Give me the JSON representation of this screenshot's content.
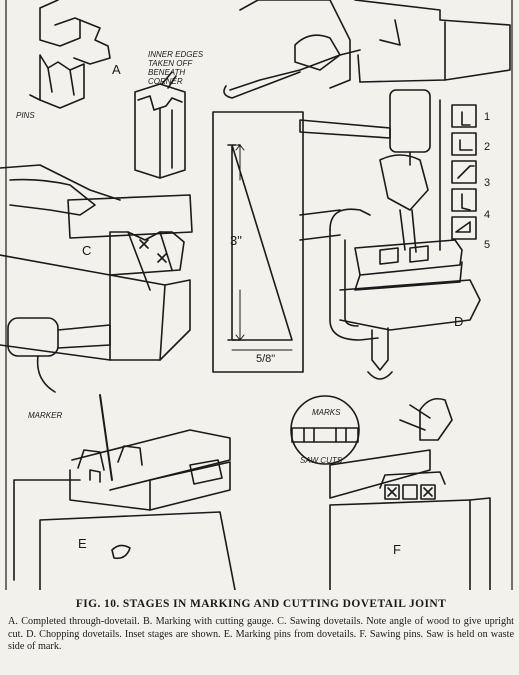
{
  "figure": {
    "panel_labels": {
      "a": "A",
      "b_note_line1": "INNER EDGES",
      "b_note_line2": "TAKEN OFF",
      "b_note_line3": "BENEATH",
      "b_note_line4": "CORNER",
      "pins": "PINS",
      "c": "C",
      "d": "D",
      "e": "E",
      "f": "F",
      "marker": "MARKER",
      "marks": "MARKS",
      "saw_cuts": "SAW CUTS",
      "dim_height": "3\"",
      "dim_width": "5/8\""
    },
    "stage_numbers": [
      "1",
      "2",
      "3",
      "4",
      "5"
    ]
  },
  "caption": {
    "title": "FIG. 10. STAGES IN MARKING AND CUTTING DOVETAIL JOINT",
    "body": "A. Completed through-dovetail. B. Marking with cutting gauge. C. Sawing dovetails. Note angle of wood to give upright cut. D. Chopping dovetails. Inset stages are shown. E. Marking pins from dovetails. F. Sawing pins. Saw is held on waste side of mark."
  }
}
